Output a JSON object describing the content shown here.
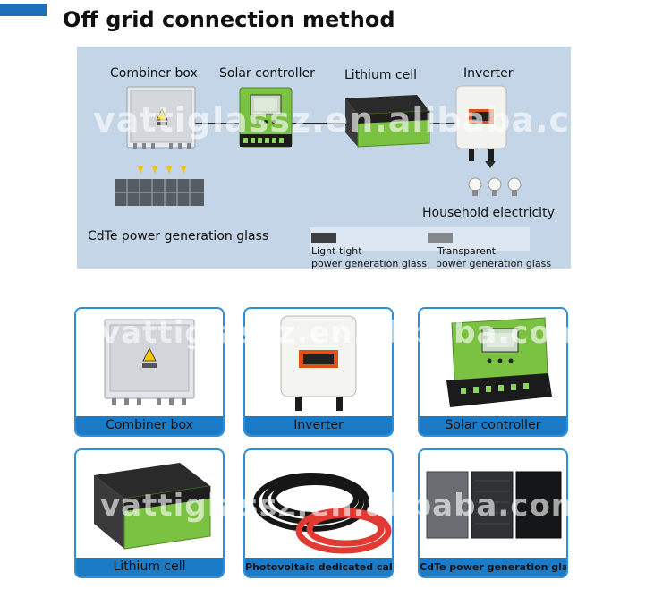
{
  "page": {
    "title": "Off grid connection method",
    "watermark": "vattiglassz.en.alibaba.com"
  },
  "diagram": {
    "labels": {
      "combiner_box": "Combiner box",
      "solar_controller": "Solar controller",
      "lithium_cell": "Lithium cell",
      "inverter": "Inverter",
      "household_electricity": "Household electricity",
      "cdte_glass": "CdTe power generation glass",
      "light_tight_line1": "Light tight",
      "light_tight_line2": "power generation glass",
      "transparent_line1": "Transparent",
      "transparent_line2": "power generation glass"
    }
  },
  "cards": [
    {
      "label": "Combiner box"
    },
    {
      "label": "Inverter"
    },
    {
      "label": "Solar controller"
    },
    {
      "label": "Lithium cell"
    },
    {
      "label": "Photovoltaic dedicated cable"
    },
    {
      "label": "CdTe power generation glass"
    }
  ],
  "colors": {
    "accent_blue": "#1f6fb8",
    "diagram_bg": "#c3d5e6",
    "card_border": "#2f8fd6",
    "card_footer": "#1c7bc6",
    "controller_green": "#7cc242",
    "cable_red": "#e03a33"
  }
}
